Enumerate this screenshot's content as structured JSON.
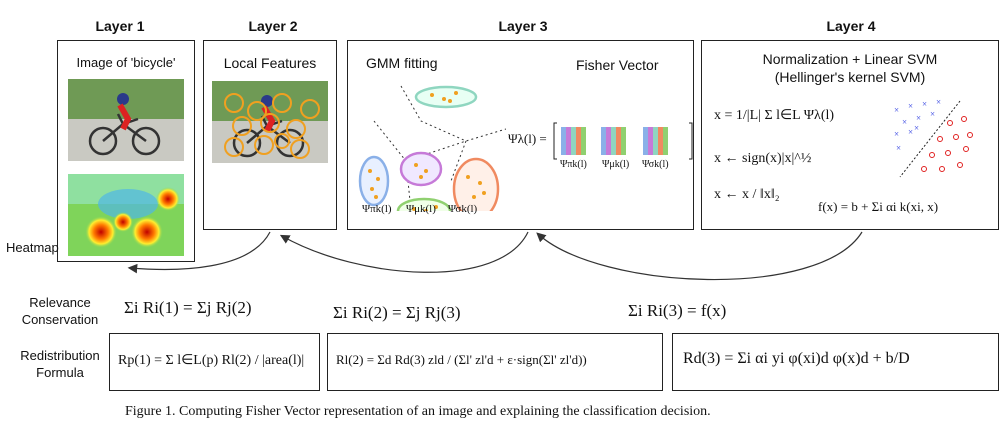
{
  "layers": {
    "l1": "Layer 1",
    "l2": "Layer 2",
    "l3": "Layer 3",
    "l4": "Layer 4"
  },
  "panel1": {
    "caption": "Image of 'bicycle'"
  },
  "panel2": {
    "caption": "Local Features"
  },
  "panel3": {
    "gmm_caption": "GMM fitting",
    "fv_caption": "Fisher Vector",
    "fv_formula": "Ψλ(l) =",
    "fv_sub_pi": "Ψπk(l)",
    "fv_sub_mu": "Ψμk(l)",
    "fv_sub_sigma": "Ψσk(l)",
    "gmm_pi": "Ψπk(l)",
    "gmm_mu": "Ψμk(l)",
    "gmm_sigma": "Ψσk(l)"
  },
  "panel4": {
    "caption1": "Normalization + Linear SVM",
    "caption2": "(Hellinger's kernel SVM)",
    "eq1": "x = 1/|L| Σ l∈L Ψλ(l)",
    "eq2": "x ← sign(x)|x|^½",
    "eq3": "x ← x / ‖x‖₂",
    "eq4": "f(x) = b + Σi αi k(xi, x)"
  },
  "heatmap_label": "Heatmap",
  "relevance": {
    "label1": "Relevance",
    "label2": "Conservation",
    "eq1": "Σi Ri(1) = Σj Rj(2)",
    "eq2": "Σi Ri(2) = Σj Rj(3)",
    "eq3": "Σi Ri(3) = f(x)"
  },
  "redistribution": {
    "label1": "Redistribution",
    "label2": "Formula",
    "eq1": "Rp(1) = Σ l∈L(p) Rl(2) / |area(l)|",
    "eq2": "Rl(2) = Σd Rd(3) zld / (Σl' zl'd + ε·sign(Σl' zl'd))",
    "eq3": "Rd(3) = Σi αi yi φ(xi)d φ(x)d + b/D"
  },
  "figure_caption": "Figure 1. Computing Fisher Vector representation of an image and explaining the classification decision."
}
